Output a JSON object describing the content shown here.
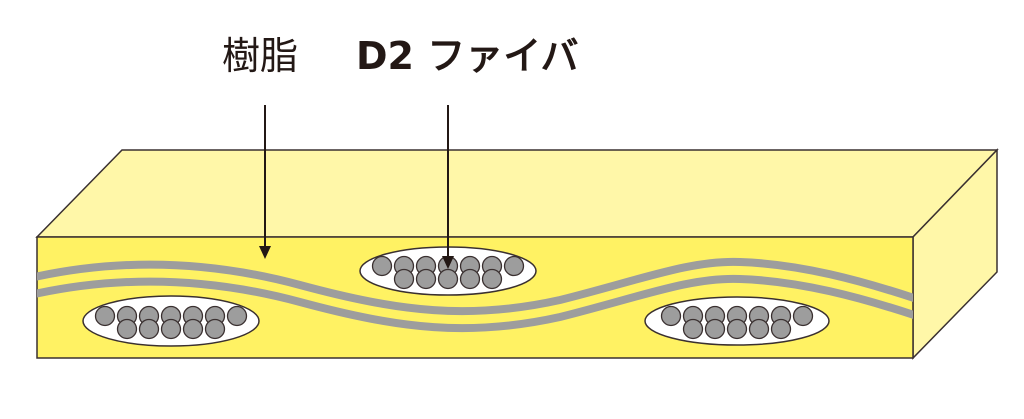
{
  "labels": {
    "resin": "樹脂",
    "fiber": "D2 ファイバ"
  },
  "bundles": [
    {
      "name": "fiber-bundle-left",
      "top_row": 7,
      "bottom_row": 5
    },
    {
      "name": "fiber-bundle-center",
      "top_row": 7,
      "bottom_row": 5
    },
    {
      "name": "fiber-bundle-right",
      "top_row": 7,
      "bottom_row": 5
    }
  ],
  "colors": {
    "top_face": "#fff7a8",
    "front_face": "#fff263",
    "side_face": "#fff7a8",
    "tape": "#9d9d9d",
    "fiber": "#9d9d9d",
    "outline": "#3a3030",
    "text": "#231815"
  }
}
